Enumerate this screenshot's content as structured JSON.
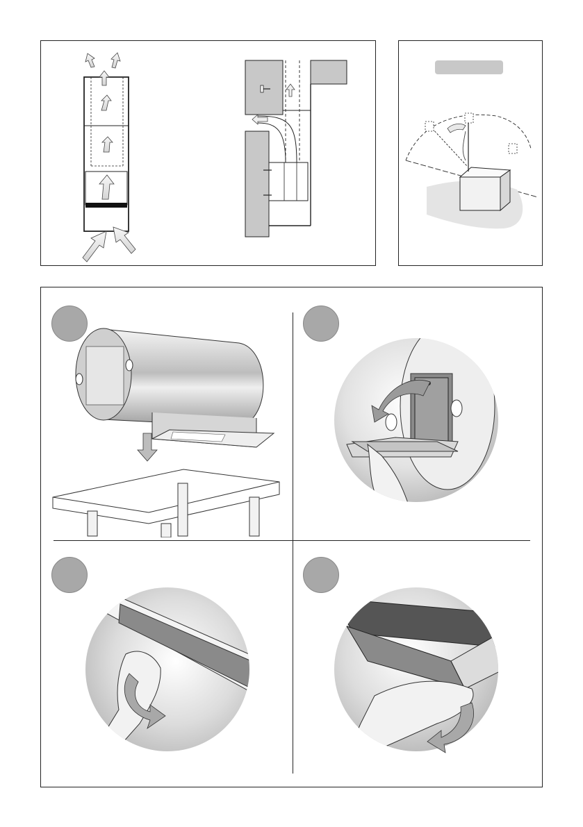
{
  "figures": {
    "airflow": {
      "name": "air-flow-diagram"
    },
    "wall_mount": {
      "name": "wall-mount-duct-diagram"
    },
    "fixing_angle": {
      "name": "fixing-angle-diagram",
      "label": ""
    }
  },
  "steps": [
    {
      "label": ""
    },
    {
      "label": ""
    },
    {
      "label": ""
    },
    {
      "label": ""
    }
  ],
  "colors": {
    "line": "#222222",
    "badge": "#a8a8a8",
    "metal_light": "#e6e6e6",
    "metal_dark": "#9a9a9a",
    "filter": "#8f8f8f"
  },
  "icons": [
    "arrow-up-icon",
    "hand-icon",
    "cylinder-hood-icon",
    "filter-panel-icon"
  ]
}
